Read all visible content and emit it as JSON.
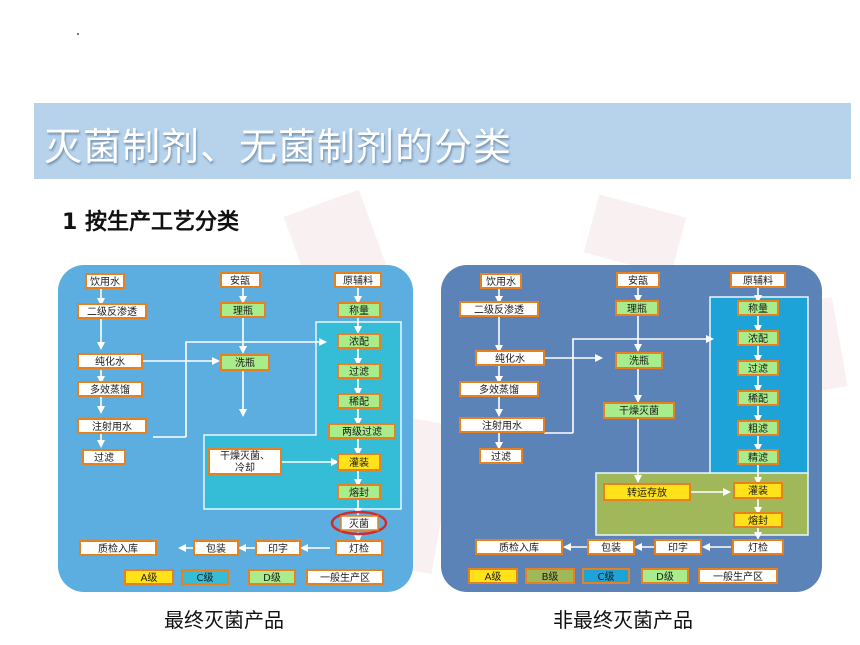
{
  "page": {
    "title": "灭菌制剂、无菌制剂的分类",
    "subtitle": "1 按生产工艺分类"
  },
  "diagrams": [
    {
      "caption": "最终灭菌产品",
      "water_chain": [
        "饮用水",
        "二级反渗透",
        "纯化水",
        "多效蒸馏",
        "注射用水",
        "过滤"
      ],
      "ampoule_chain": [
        "安瓿",
        "理瓶",
        "洗瓶"
      ],
      "dryer": [
        "干燥灭菌、",
        "冷却"
      ],
      "material_chain": [
        "原辅料",
        "称量",
        "浓配",
        "过滤",
        "稀配",
        "两级过滤",
        "灌装",
        "熔封",
        "灭菌",
        "灯检"
      ],
      "packaging": [
        "印字",
        "包装",
        "质检入库"
      ],
      "legend": [
        "A级",
        "C级",
        "D级",
        "一般生产区"
      ]
    },
    {
      "caption": "非最终灭菌产品",
      "water_chain": [
        "饮用水",
        "二级反渗透",
        "纯化水",
        "多效蒸馏",
        "注射用水",
        "过滤"
      ],
      "ampoule_chain": [
        "安瓿",
        "理瓶",
        "洗瓶",
        "干燥灭菌"
      ],
      "transfer": "转运存放",
      "material_chain": [
        "原辅料",
        "称量",
        "浓配",
        "过滤",
        "稀配",
        "粗滤",
        "精滤",
        "灌装",
        "熔封",
        "灯检"
      ],
      "packaging": [
        "印字",
        "包装",
        "质检入库"
      ],
      "legend": [
        "A级",
        "B级",
        "C级",
        "D级",
        "一般生产区"
      ]
    }
  ],
  "colors": {
    "banner": "#b7d3ec",
    "panel1_bg": "#5caee0",
    "panel2_bg": "#5b83b7",
    "zone_c": "#35bcd6",
    "zone_a": "#ffe21a",
    "zone_b": "#a1b85a",
    "zone_d": "#a8ec8c",
    "box_border": "#e8801e",
    "highlight_ring": "#d42a2a"
  }
}
